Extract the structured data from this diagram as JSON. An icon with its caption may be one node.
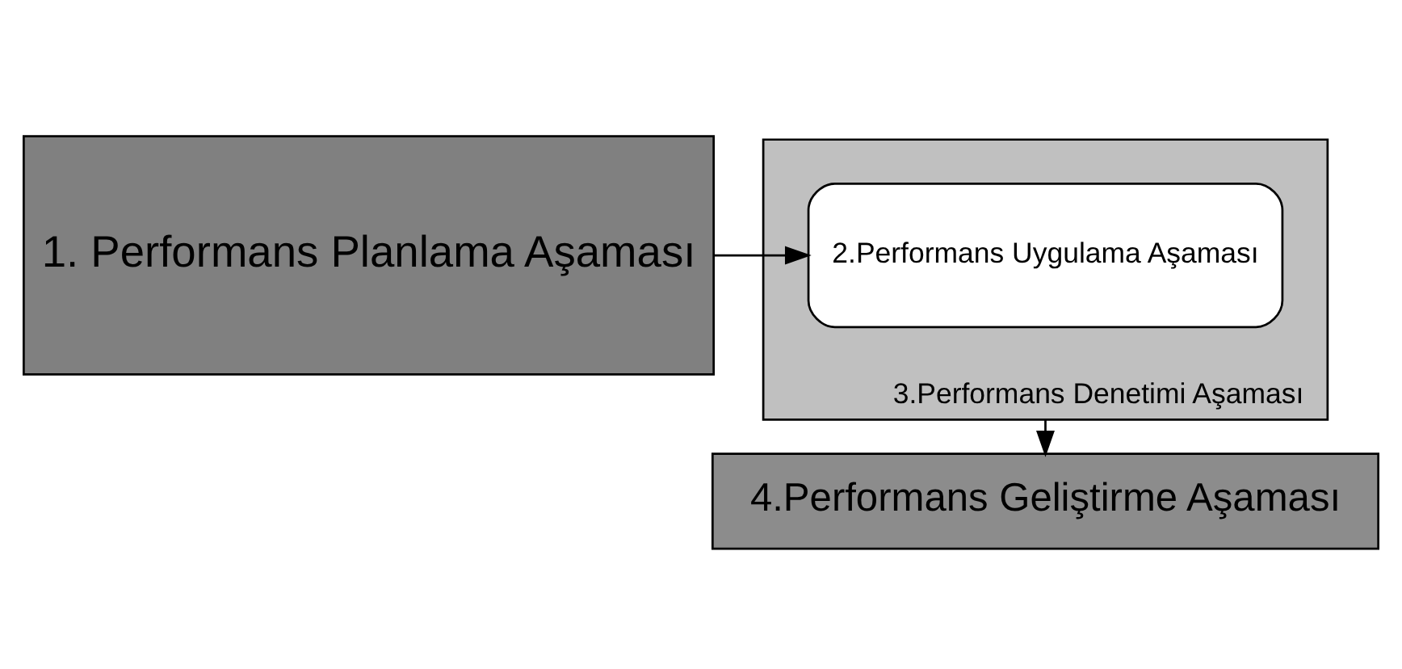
{
  "diagram": {
    "nodes": [
      {
        "text": [
          "1. Performans Planlama Aşaması"
        ]
      },
      {
        "text": [
          "3.Performans Denetimi Aşaması"
        ]
      },
      {
        "text": [
          "2.Performans Uygulama Aşaması"
        ],
        "in": 1
      },
      {
        "text": [
          "4.Performans Geliştirme Aşaması"
        ]
      }
    ],
    "edges": [
      {
        "from": 0,
        "to": 2,
        "arrow": "to"
      },
      {
        "from": 1,
        "to": 3,
        "arrow": "to"
      }
    ]
  }
}
